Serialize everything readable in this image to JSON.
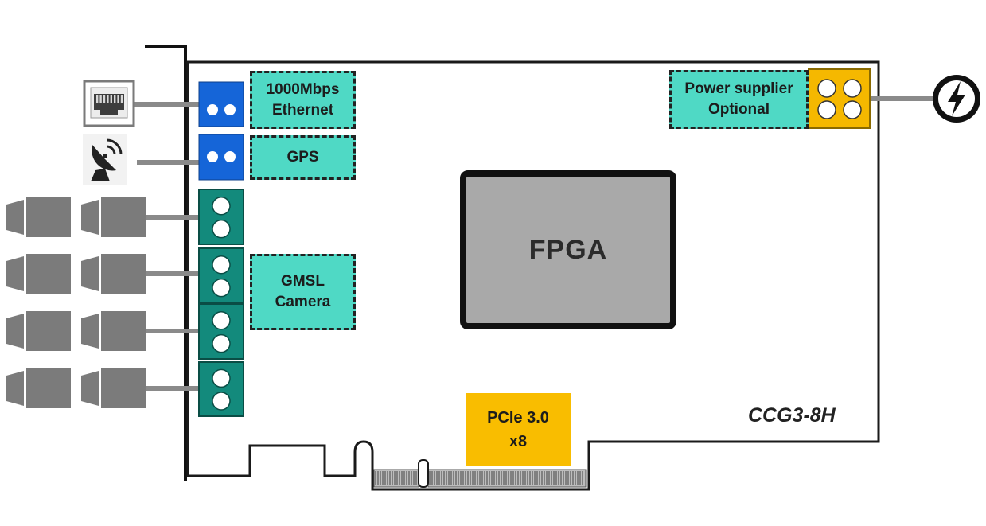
{
  "board": {
    "model": "CCG3-8H",
    "chip_label": "FPGA",
    "bus_label_line1": "PCIe 3.0",
    "bus_label_line2": "x8"
  },
  "labels": {
    "ethernet_line1": "1000Mbps",
    "ethernet_line2": "Ethernet",
    "gps": "GPS",
    "gmsl_line1": "GMSL",
    "gmsl_line2": "Camera",
    "power_line1": "Power supplier",
    "power_line2": "Optional"
  },
  "colors": {
    "label_fill": "#4fd9c5",
    "blue_connector": "#1565d8",
    "teal_connector": "#138a7c",
    "power_connector": "#f5b800",
    "pcie_fill": "#f9bd00",
    "fpga_fill": "#a9a9a9",
    "camera_gray": "#7b7b7b"
  },
  "icons": [
    "ethernet-port-icon",
    "satellite-dish-icon",
    "camera-icon",
    "power-bolt-icon"
  ]
}
